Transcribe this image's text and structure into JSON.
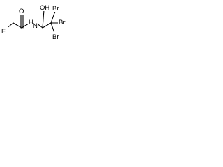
{
  "molecule": {
    "atoms": {
      "fluorine": "F",
      "oxygen": "O",
      "amide_nitrogen": "H",
      "amide_nitrogen_second": "N",
      "hydroxyl": "OH",
      "bromine_top": "Br",
      "bromine_right": "Br",
      "bromine_bottom": "Br"
    },
    "colors": {
      "ink": "#000000",
      "background": "#ffffff"
    }
  }
}
